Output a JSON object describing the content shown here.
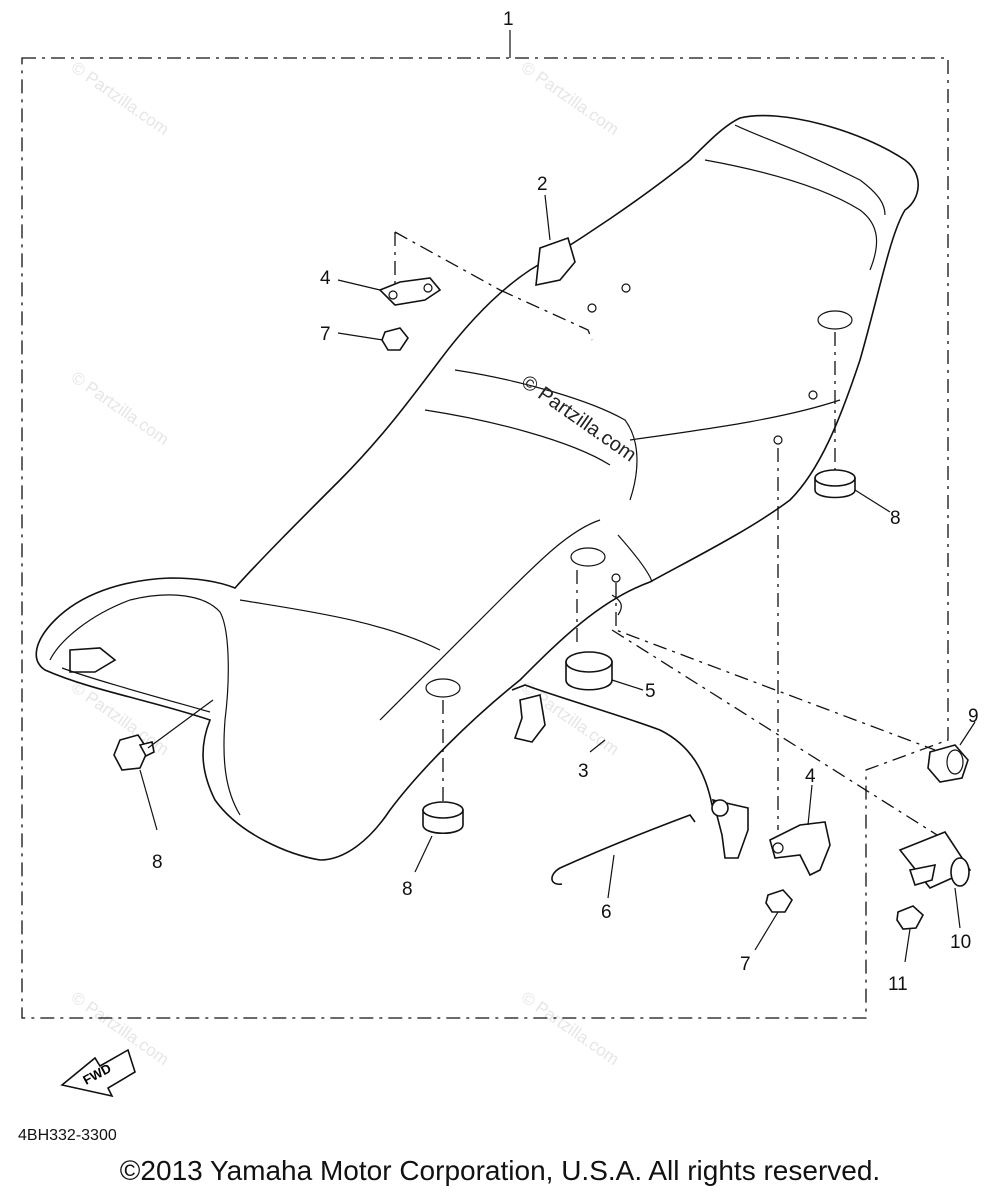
{
  "watermark": "© Partzilla.com",
  "assembly_label": "1",
  "callouts": {
    "c1": "1",
    "c2": "2",
    "c3": "3",
    "c4a": "4",
    "c4b": "4",
    "c5": "5",
    "c6": "6",
    "c7a": "7",
    "c7b": "7",
    "c8a": "8",
    "c8b": "8",
    "c8c": "8",
    "c9": "9",
    "c10": "10",
    "c11": "11"
  },
  "fwd_label": "FWD",
  "part_code": "4BH332-3300",
  "copyright": "©2013 Yamaha Motor Corporation, U.S.A. All rights reserved."
}
